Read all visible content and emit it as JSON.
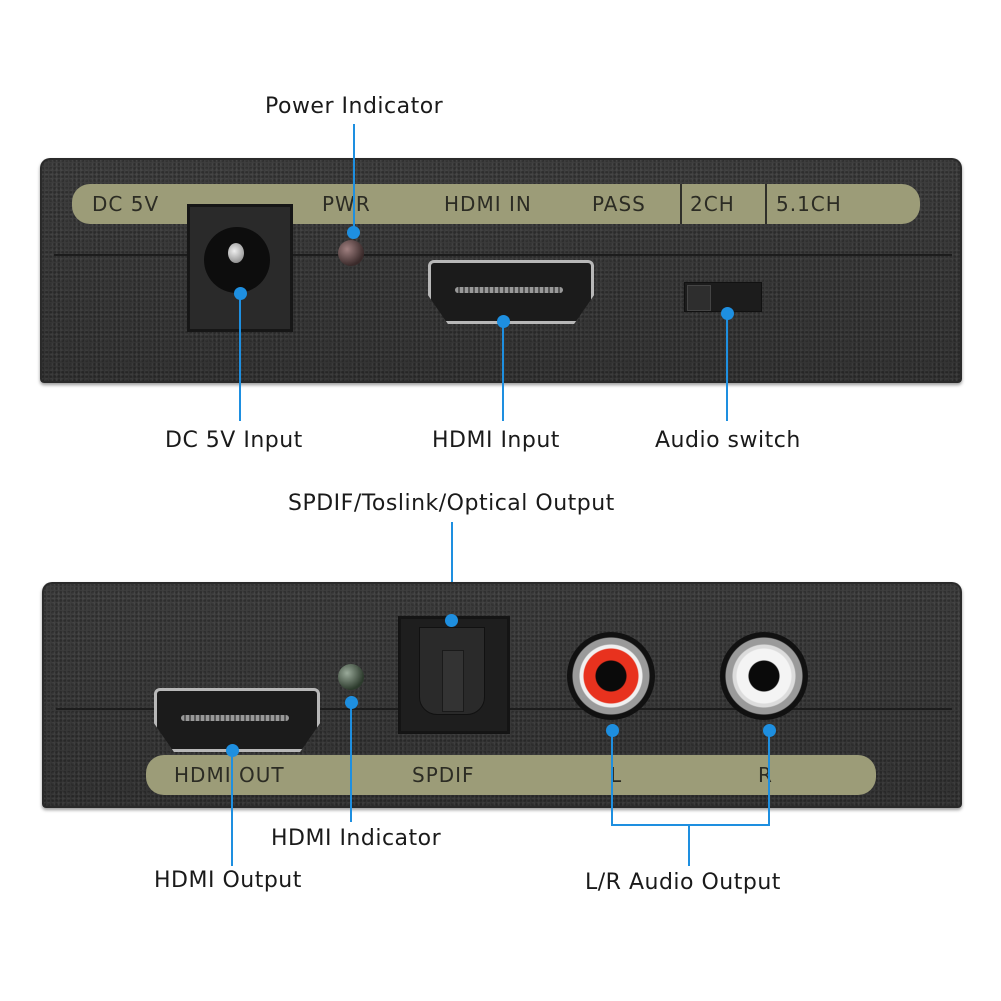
{
  "top_panel": {
    "band_labels": [
      "DC 5V",
      "PWR",
      "HDMI IN",
      "PASS",
      "2CH",
      "5.1CH"
    ]
  },
  "bottom_panel": {
    "band_labels": [
      "HDMI OUT",
      "SPDIF",
      "L",
      "R"
    ]
  },
  "callouts": {
    "power_indicator": "Power Indicator",
    "dc_input": "DC 5V Input",
    "hdmi_input": "HDMI Input",
    "audio_switch": "Audio switch",
    "spdif_output": "SPDIF/Toslink/Optical Output",
    "hdmi_indicator": "HDMI Indicator",
    "hdmi_output": "HDMI Output",
    "lr_audio_output": "L/R Audio Output"
  },
  "colors": {
    "callout_line": "#1e8fe0",
    "label_band": "#9c9c78",
    "panel": "#3a3a3a",
    "rca_left": "#e8321e",
    "rca_right": "#f2f2f2"
  }
}
